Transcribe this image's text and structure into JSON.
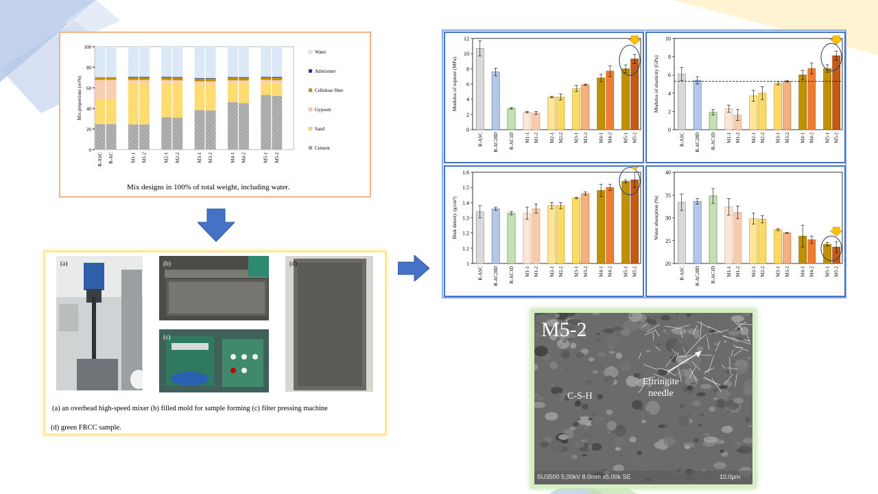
{
  "theme": {
    "accent_blue": "#4472c4",
    "mix_border": "#f4b183",
    "photo_border": "#ffe699",
    "chart_border": "#8faadc",
    "sem_border": "#c5e0b4"
  },
  "mix_caption": "Mix designs in 100% of total weight, including water.",
  "photo_caption_1": "(a) an overhead high-speed mixer (b) filled mold for sample forming (c) filter pressing machine",
  "photo_caption_2": "(d) green FRCC sample.",
  "photo_labels": [
    "(a)",
    "(b)",
    "(c)",
    "(d)"
  ],
  "sem": {
    "title": "M5-2",
    "label_csh": "C-S-H",
    "label_ettringite_1": "Ettringite",
    "label_ettringite_2": "needle",
    "footer": "SU3500 5.00kV 8.0mm x5.00k SE",
    "scale": "10.0μm"
  },
  "chart_data": [
    {
      "type": "bar",
      "stacked": true,
      "ylabel": "Mix proportions (wt%)",
      "ylim": [
        0,
        100
      ],
      "yticks": [
        0,
        20,
        40,
        60,
        80,
        100
      ],
      "categories": [
        "R-ASC",
        "R-AC",
        "M1-1",
        "M1-2",
        "M2-1",
        "M2-2",
        "M3-1",
        "M3-2",
        "M4-1",
        "M4-2",
        "M5-1",
        "M5-2"
      ],
      "legend_position": "right",
      "series": [
        {
          "name": "Cement",
          "color": "#a6a6a6",
          "values": [
            24.7,
            24.7,
            24.5,
            24.5,
            31.5,
            31.0,
            38.5,
            38.0,
            46.0,
            45.0,
            53.0,
            52.0
          ]
        },
        {
          "name": "Sand",
          "color": "#ffd966",
          "values": [
            24.7,
            24.7,
            40.3,
            40.3,
            33.3,
            33.5,
            25.0,
            25.5,
            18.5,
            19.3,
            11.8,
            12.6
          ]
        },
        {
          "name": "Gypsum",
          "color": "#f8cbad",
          "values": [
            18.3,
            18.3,
            2.8,
            2.8,
            2.8,
            2.8,
            2.8,
            2.8,
            2.8,
            2.8,
            2.8,
            2.8
          ]
        },
        {
          "name": "Cellulose fiber",
          "color": "#bf9000",
          "values": [
            2.6,
            2.6,
            2.6,
            2.6,
            2.6,
            2.6,
            2.6,
            2.6,
            2.6,
            2.6,
            2.6,
            2.6
          ]
        },
        {
          "name": "Admixture",
          "color": "#1f2da8",
          "values": [
            0,
            0,
            0.6,
            0.6,
            0.6,
            0.6,
            0.6,
            0.6,
            0.6,
            0.6,
            0.6,
            0.6
          ]
        },
        {
          "name": "Water",
          "color": "#dbe9f6",
          "values": [
            29.7,
            29.7,
            29.2,
            29.2,
            29.2,
            29.5,
            30.5,
            30.5,
            29.5,
            29.7,
            29.2,
            29.4
          ]
        }
      ]
    },
    {
      "type": "bar",
      "ylabel": "Modulus of rupture (MPa)",
      "ylim": [
        0,
        12
      ],
      "yticks": [
        0,
        2,
        4,
        6,
        8,
        10,
        12
      ],
      "categories": [
        "R-ASC",
        "R-AC28D",
        "R-AC1D",
        "M1-1",
        "M1-2",
        "M2-1",
        "M2-2",
        "M3-1",
        "M3-2",
        "M4-1",
        "M4-2",
        "M5-1",
        "M5-2"
      ],
      "values": [
        10.7,
        7.6,
        2.8,
        2.3,
        2.2,
        4.3,
        4.3,
        5.4,
        5.9,
        6.8,
        7.7,
        8.0,
        9.3
      ],
      "errors": [
        1.0,
        0.5,
        0.1,
        0.1,
        0.2,
        0.1,
        0.4,
        0.4,
        0.1,
        0.5,
        0.7,
        0.5,
        0.6
      ],
      "highlight": "M5-2"
    },
    {
      "type": "bar",
      "ylabel": "Modulus of elasticity (GPa)",
      "ylim": [
        0,
        10
      ],
      "yticks": [
        0,
        2,
        4,
        6,
        8,
        10
      ],
      "categories": [
        "R-ASC",
        "R-AC28D",
        "R-AC1D",
        "M1-1",
        "M1-2",
        "M2-1",
        "M2-2",
        "M3-1",
        "M3-2",
        "M4-1",
        "M4-2",
        "M5-1",
        "M5-2"
      ],
      "values": [
        6.1,
        5.4,
        1.9,
        2.3,
        1.6,
        3.7,
        4.0,
        5.1,
        5.3,
        6.0,
        6.7,
        6.7,
        8.1
      ],
      "errors": [
        0.7,
        0.4,
        0.3,
        0.4,
        0.6,
        0.6,
        0.7,
        0.2,
        0.1,
        0.5,
        0.6,
        0.4,
        0.5
      ],
      "reference_line": 5.3,
      "highlight": "M5-2"
    },
    {
      "type": "bar",
      "ylabel": "Bluk density  (g/cm³)",
      "ylim": [
        1.0,
        1.6
      ],
      "yticks": [
        1,
        1.1,
        1.2,
        1.3,
        1.4,
        1.5,
        1.6
      ],
      "categories": [
        "R-ASC",
        "R-AC28D",
        "R-AC1D",
        "M1-1",
        "M1-2",
        "M2-1",
        "M2-2",
        "M3-1",
        "M3-2",
        "M4-1",
        "M4-2",
        "M5-1",
        "M5-2"
      ],
      "values": [
        1.34,
        1.36,
        1.33,
        1.33,
        1.36,
        1.38,
        1.38,
        1.43,
        1.46,
        1.48,
        1.5,
        1.54,
        1.55
      ],
      "errors": [
        0.04,
        0.01,
        0.01,
        0.04,
        0.03,
        0.02,
        0.02,
        0.005,
        0.01,
        0.04,
        0.02,
        0.01,
        0.05
      ],
      "highlight": "M5-2"
    },
    {
      "type": "bar",
      "ylabel": "Water absorption (%)",
      "ylim": [
        20,
        40
      ],
      "yticks": [
        20,
        25,
        30,
        35,
        40
      ],
      "categories": [
        "R-ASC",
        "R-AC28D",
        "R-AC1D",
        "M1-1",
        "M1-2",
        "M2-1",
        "M2-2",
        "M3-1",
        "M3-2",
        "M4-1",
        "M4-2",
        "M5-1",
        "M5-2"
      ],
      "values": [
        33.4,
        33.6,
        34.8,
        32.4,
        31.2,
        29.8,
        29.7,
        27.4,
        26.7,
        26.0,
        25.2,
        24.2,
        23.6
      ],
      "errors": [
        1.8,
        0.6,
        1.6,
        1.8,
        1.4,
        1.2,
        0.8,
        0.2,
        0.1,
        2.4,
        0.8,
        0.4,
        1.2
      ],
      "highlight": "M5-2"
    }
  ]
}
